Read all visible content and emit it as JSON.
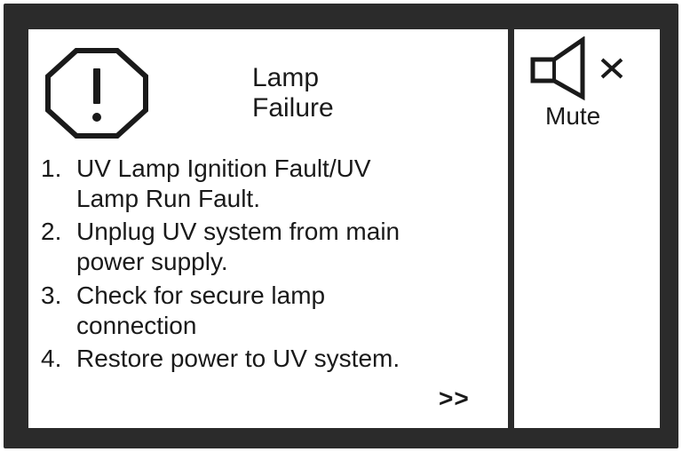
{
  "dialog": {
    "title_line1": "Lamp",
    "title_line2": "Failure",
    "warning_icon": "octagon-exclamation-icon",
    "steps": [
      {
        "num": "1.",
        "line1": "UV Lamp Ignition Fault/UV",
        "line2": "Lamp Run Fault."
      },
      {
        "num": "2.",
        "line1": "Unplug UV system from main",
        "line2": "power supply."
      },
      {
        "num": "3.",
        "line1": "Check for secure lamp",
        "line2": "connection"
      },
      {
        "num": "4.",
        "line1": "Restore power to UV system.",
        "line2": ""
      }
    ],
    "next_label": ">>"
  },
  "side_panel": {
    "mute_icon": "speaker-muted-icon",
    "mute_label": "Mute"
  },
  "colors": {
    "frame": "#2b2b2b",
    "screen": "#ffffff",
    "text": "#1a1a1a"
  }
}
